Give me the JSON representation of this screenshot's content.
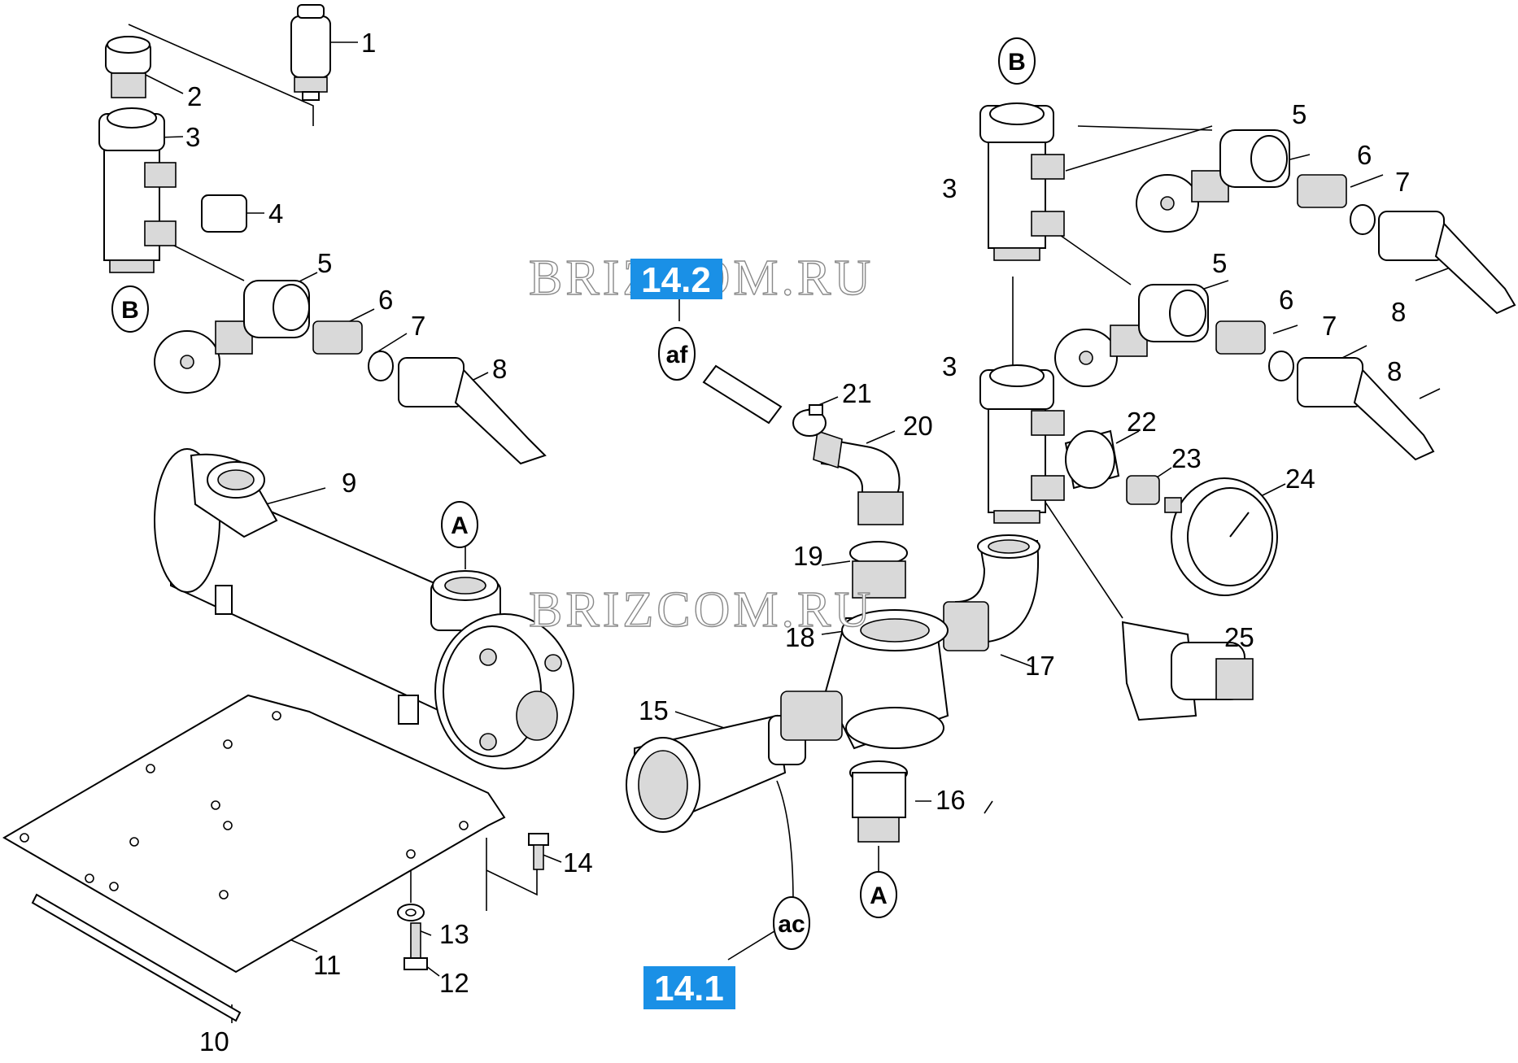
{
  "watermarks": [
    "BRIZCOM.RU",
    "BRIZCOM.RU"
  ],
  "references": [
    {
      "id": "ref-14-2",
      "text": "14.2",
      "circle": "af"
    },
    {
      "id": "ref-14-1",
      "text": "14.1",
      "circle": "ac"
    }
  ],
  "connectors": {
    "A": "A",
    "B": "B"
  },
  "labels": {
    "l1": "1",
    "l2": "2",
    "l3a": "3",
    "l4": "4",
    "l5a": "5",
    "l6a": "6",
    "l7a": "7",
    "l8a": "8",
    "l9": "9",
    "l10": "10",
    "l11": "11",
    "l12": "12",
    "l13": "13",
    "l14": "14",
    "l15": "15",
    "l16": "16",
    "l17": "17",
    "l18": "18",
    "l19": "19",
    "l20": "20",
    "l21": "21",
    "l22": "22",
    "l23": "23",
    "l24": "24",
    "l25": "25",
    "l3b": "3",
    "l3c": "3",
    "l5b": "5",
    "l5c": "5",
    "l6b": "6",
    "l6c": "6",
    "l7b": "7",
    "l7c": "7",
    "l8b": "8",
    "l8c": "8"
  },
  "colors": {
    "reference_box": "#1a90e6",
    "line": "#000000",
    "background": "#ffffff"
  }
}
